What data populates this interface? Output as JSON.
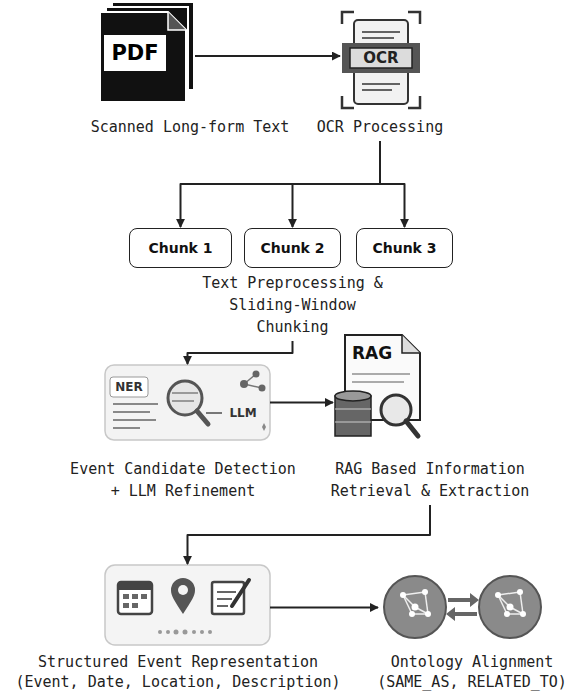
{
  "diagram": {
    "nodes": [
      {
        "text": [
          "PDF",
          "Scanned Long-form Text"
        ]
      },
      {
        "text": [
          "OCR",
          "OCR Processing"
        ]
      },
      {
        "text": [
          "Chunk 1"
        ]
      },
      {
        "text": [
          "Chunk 2"
        ]
      },
      {
        "text": [
          "Chunk 3"
        ]
      },
      {
        "text": [
          "Text Preprocessing & Sliding-Window Chunking"
        ]
      },
      {
        "text": [
          "NER",
          "LLM",
          "Event Candidate Detection + LLM Refinement"
        ]
      },
      {
        "text": [
          "RAG",
          "RAG Based Information Retrieval & Extraction"
        ]
      },
      {
        "text": [
          "Structured Event Representation (Event, Date, Location, Description)"
        ]
      },
      {
        "text": [
          "Ontology Alignment (SAME_AS, RELATED_TO)"
        ]
      }
    ],
    "edges": [
      {
        "from": 0,
        "to": 1,
        "arrow": "to"
      },
      {
        "from": 1,
        "to": 2,
        "arrow": "to"
      },
      {
        "from": 1,
        "to": 3,
        "arrow": "to"
      },
      {
        "from": 1,
        "to": 4,
        "arrow": "to"
      },
      {
        "from": 5,
        "to": 6,
        "arrow": "to"
      },
      {
        "from": 6,
        "to": 7,
        "arrow": "to"
      },
      {
        "from": 7,
        "to": 8,
        "arrow": "to"
      },
      {
        "from": 8,
        "to": 9,
        "arrow": "to"
      }
    ]
  }
}
